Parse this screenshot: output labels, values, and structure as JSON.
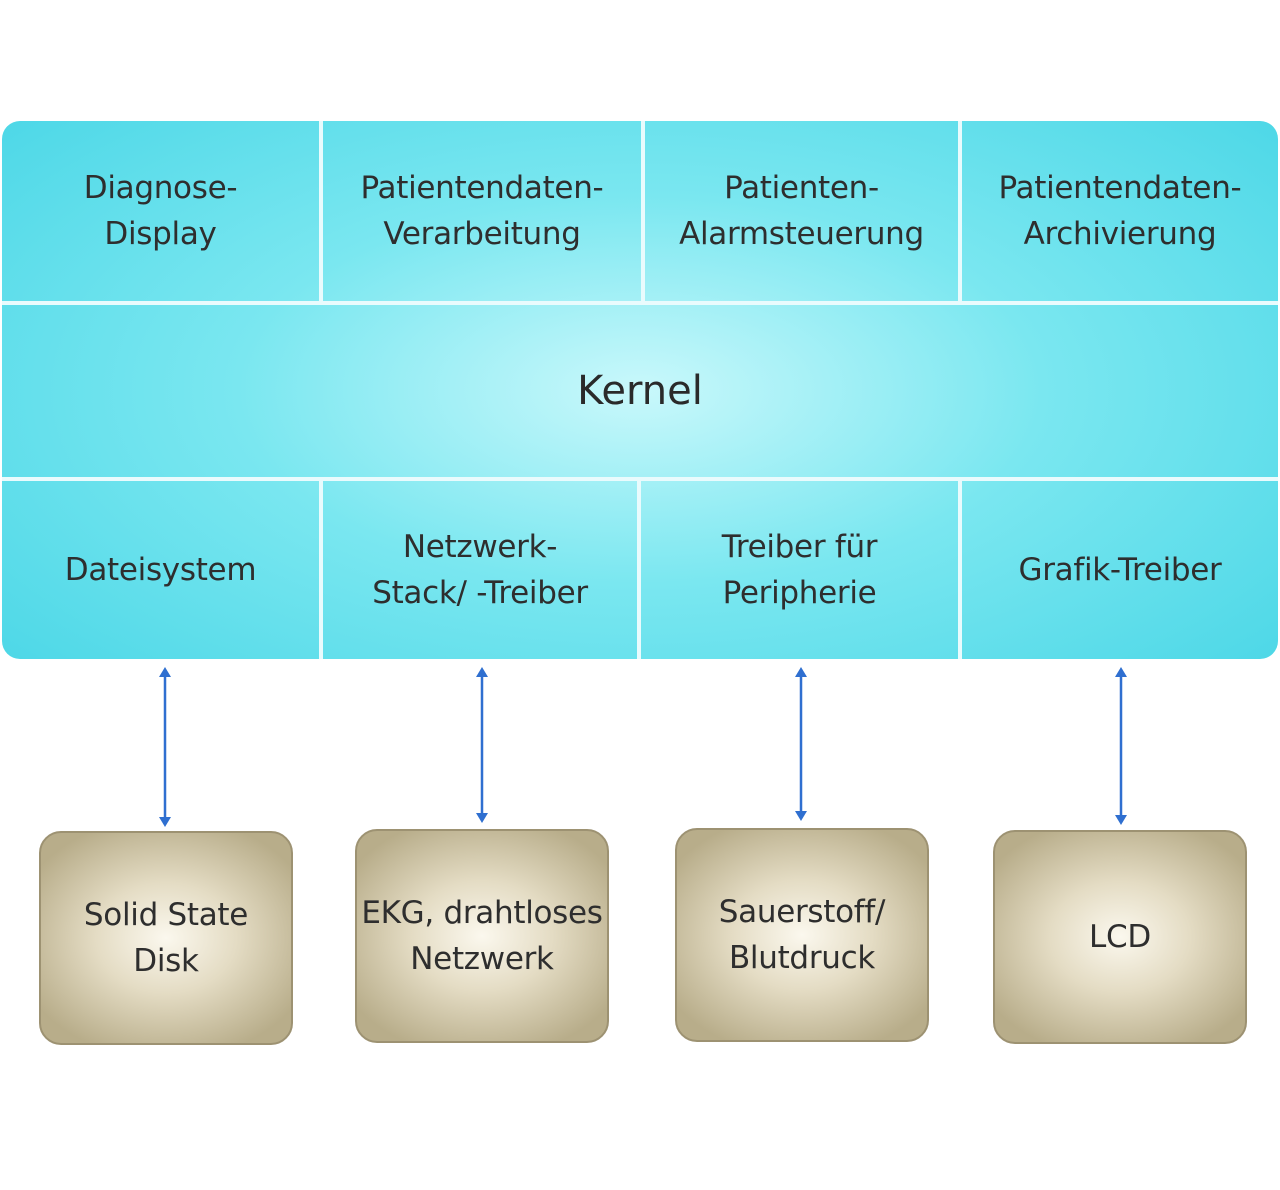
{
  "applications": [
    {
      "label": "Diagnose-\nDisplay"
    },
    {
      "label": "Patientendaten-\nVerarbeitung"
    },
    {
      "label": "Patienten-\nAlarmsteuerung"
    },
    {
      "label": "Patientendaten-\nArchivierung"
    }
  ],
  "kernel": {
    "label": "Kernel"
  },
  "services": [
    {
      "label": "Dateisystem"
    },
    {
      "label": "Netzwerk-\nStack/ -Treiber"
    },
    {
      "label": "Treiber für\nPeripherie"
    },
    {
      "label": "Grafik-Treiber"
    }
  ],
  "devices": [
    {
      "label": "Solid State\nDisk"
    },
    {
      "label": "EKG, drahtloses\nNetzwerk"
    },
    {
      "label": "Sauerstoff/\nBlutdruck"
    },
    {
      "label": "LCD"
    }
  ],
  "colors": {
    "stack_fill": "#49d6e6",
    "stack_highlight": "#c9f8fb",
    "device_fill": "#b8ad8a",
    "device_highlight": "#fbf8ee",
    "arrow": "#2f6fd0",
    "text": "#2e2e2e"
  }
}
